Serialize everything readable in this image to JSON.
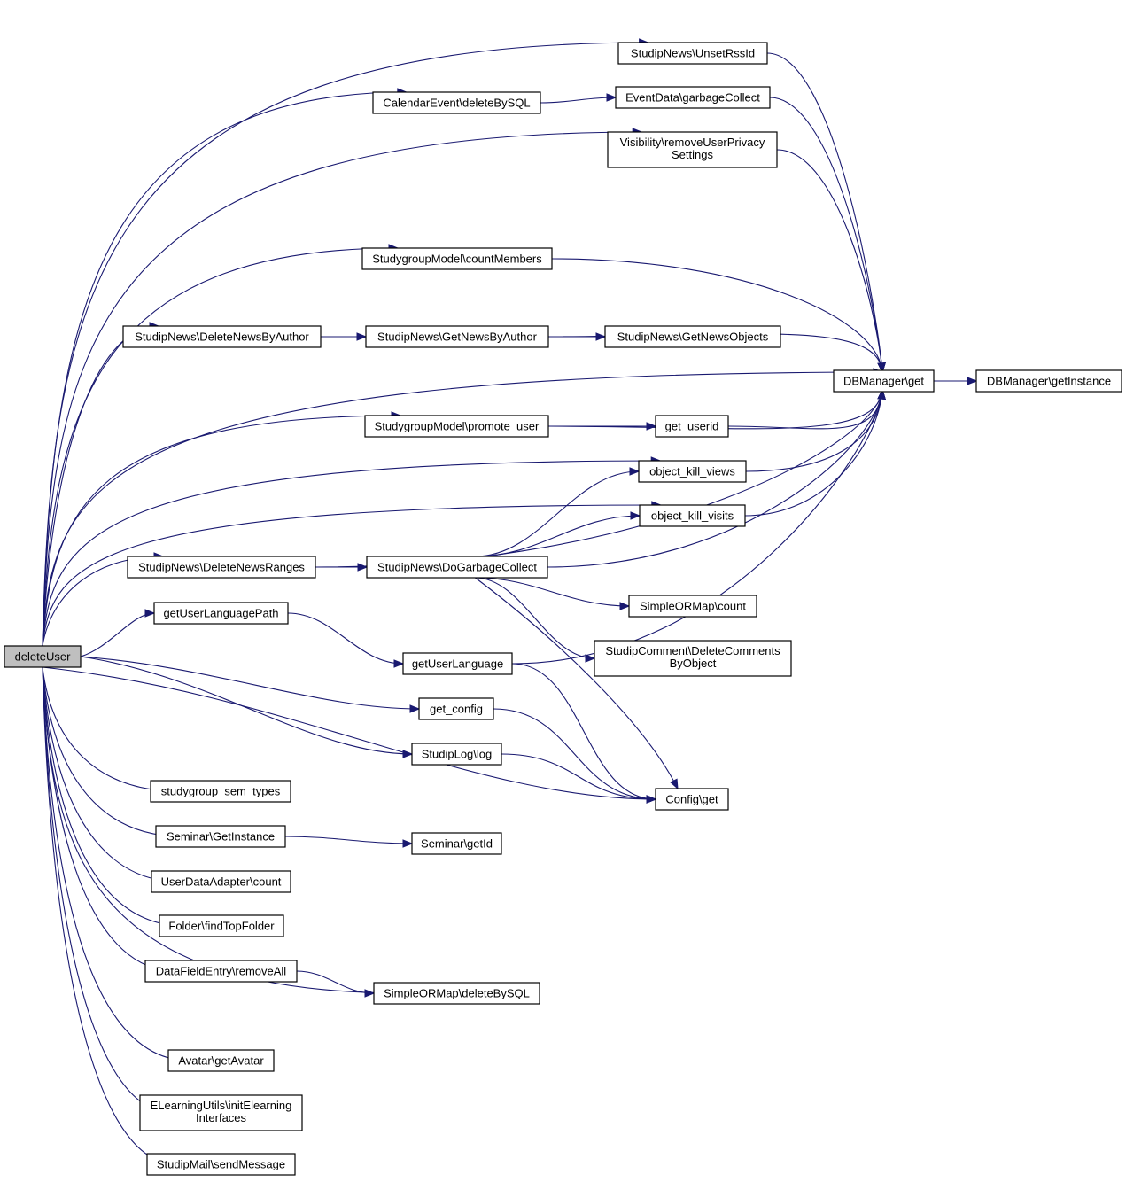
{
  "colors": {
    "edge": "#191970",
    "node_border": "#000000",
    "root_fill": "#bfbfbf",
    "node_fill": "#ffffff"
  },
  "nodes": {
    "deleteUser": {
      "lines": [
        "deleteUser"
      ]
    },
    "unsetRssId": {
      "lines": [
        "StudipNews\\UnsetRssId"
      ]
    },
    "calendarDeleteBySQL": {
      "lines": [
        "CalendarEvent\\deleteBySQL"
      ]
    },
    "eventDataGC": {
      "lines": [
        "EventData\\garbageCollect"
      ]
    },
    "removeUserPrivacy": {
      "lines": [
        "Visibility\\removeUserPrivacy",
        "Settings"
      ]
    },
    "countMembers": {
      "lines": [
        "StudygroupModel\\countMembers"
      ]
    },
    "deleteNewsByAuthor": {
      "lines": [
        "StudipNews\\DeleteNewsByAuthor"
      ]
    },
    "getNewsByAuthor": {
      "lines": [
        "StudipNews\\GetNewsByAuthor"
      ]
    },
    "getNewsObjects": {
      "lines": [
        "StudipNews\\GetNewsObjects"
      ]
    },
    "dbManagerGet": {
      "lines": [
        "DBManager\\get"
      ]
    },
    "dbManagerGetInstance": {
      "lines": [
        "DBManager\\getInstance"
      ]
    },
    "promoteUser": {
      "lines": [
        "StudygroupModel\\promote_user"
      ]
    },
    "getUserid": {
      "lines": [
        "get_userid"
      ]
    },
    "objectKillViews": {
      "lines": [
        "object_kill_views"
      ]
    },
    "objectKillVisits": {
      "lines": [
        "object_kill_visits"
      ]
    },
    "deleteNewsRanges": {
      "lines": [
        "StudipNews\\DeleteNewsRanges"
      ]
    },
    "doGarbageCollect": {
      "lines": [
        "StudipNews\\DoGarbageCollect"
      ]
    },
    "simpleOrmCount": {
      "lines": [
        "SimpleORMap\\count"
      ]
    },
    "deleteCommentsByObject": {
      "lines": [
        "StudipComment\\DeleteComments",
        "ByObject"
      ]
    },
    "getUserLanguagePath": {
      "lines": [
        "getUserLanguagePath"
      ]
    },
    "getUserLanguage": {
      "lines": [
        "getUserLanguage"
      ]
    },
    "getConfig": {
      "lines": [
        "get_config"
      ]
    },
    "studipLogLog": {
      "lines": [
        "StudipLog\\log"
      ]
    },
    "configGet": {
      "lines": [
        "Config\\get"
      ]
    },
    "studygroupSemTypes": {
      "lines": [
        "studygroup_sem_types"
      ]
    },
    "seminarGetInstance": {
      "lines": [
        "Seminar\\GetInstance"
      ]
    },
    "seminarGetId": {
      "lines": [
        "Seminar\\getId"
      ]
    },
    "userDataAdapterCount": {
      "lines": [
        "UserDataAdapter\\count"
      ]
    },
    "folderFindTopFolder": {
      "lines": [
        "Folder\\findTopFolder"
      ]
    },
    "dataFieldEntryRemoveAll": {
      "lines": [
        "DataFieldEntry\\removeAll"
      ]
    },
    "simpleOrmDeleteBySQL": {
      "lines": [
        "SimpleORMap\\deleteBySQL"
      ]
    },
    "avatarGetAvatar": {
      "lines": [
        "Avatar\\getAvatar"
      ]
    },
    "elearningInit": {
      "lines": [
        "ELearningUtils\\initElearning",
        "Interfaces"
      ]
    },
    "studipMailSend": {
      "lines": [
        "StudipMail\\sendMessage"
      ]
    }
  },
  "edges": [
    [
      "deleteUser",
      "unsetRssId"
    ],
    [
      "deleteUser",
      "calendarDeleteBySQL"
    ],
    [
      "deleteUser",
      "removeUserPrivacy"
    ],
    [
      "deleteUser",
      "dbManagerGet"
    ],
    [
      "deleteUser",
      "countMembers"
    ],
    [
      "deleteUser",
      "deleteNewsByAuthor"
    ],
    [
      "deleteUser",
      "promoteUser"
    ],
    [
      "deleteUser",
      "objectKillViews"
    ],
    [
      "deleteUser",
      "objectKillVisits"
    ],
    [
      "deleteUser",
      "deleteNewsRanges"
    ],
    [
      "deleteUser",
      "getUserLanguagePath"
    ],
    [
      "deleteUser",
      "getConfig"
    ],
    [
      "deleteUser",
      "studipLogLog"
    ],
    [
      "deleteUser",
      "configGet"
    ],
    [
      "deleteUser",
      "studygroupSemTypes"
    ],
    [
      "deleteUser",
      "seminarGetInstance"
    ],
    [
      "deleteUser",
      "userDataAdapterCount"
    ],
    [
      "deleteUser",
      "folderFindTopFolder"
    ],
    [
      "deleteUser",
      "dataFieldEntryRemoveAll"
    ],
    [
      "deleteUser",
      "simpleOrmDeleteBySQL"
    ],
    [
      "deleteUser",
      "avatarGetAvatar"
    ],
    [
      "deleteUser",
      "elearningInit"
    ],
    [
      "deleteUser",
      "studipMailSend"
    ],
    [
      "unsetRssId",
      "dbManagerGet"
    ],
    [
      "calendarDeleteBySQL",
      "eventDataGC"
    ],
    [
      "eventDataGC",
      "dbManagerGet"
    ],
    [
      "removeUserPrivacy",
      "dbManagerGet"
    ],
    [
      "countMembers",
      "dbManagerGet"
    ],
    [
      "deleteNewsByAuthor",
      "getNewsByAuthor"
    ],
    [
      "getNewsByAuthor",
      "getNewsObjects"
    ],
    [
      "getNewsByAuthor",
      "dbManagerGet"
    ],
    [
      "dbManagerGet",
      "dbManagerGetInstance"
    ],
    [
      "promoteUser",
      "dbManagerGet"
    ],
    [
      "promoteUser",
      "getUserid"
    ],
    [
      "getUserid",
      "dbManagerGet"
    ],
    [
      "objectKillViews",
      "dbManagerGet"
    ],
    [
      "objectKillVisits",
      "dbManagerGet"
    ],
    [
      "deleteNewsRanges",
      "doGarbageCollect"
    ],
    [
      "deleteNewsRanges",
      "dbManagerGet"
    ],
    [
      "doGarbageCollect",
      "objectKillViews"
    ],
    [
      "doGarbageCollect",
      "objectKillVisits"
    ],
    [
      "doGarbageCollect",
      "dbManagerGet"
    ],
    [
      "doGarbageCollect",
      "simpleOrmCount"
    ],
    [
      "doGarbageCollect",
      "deleteCommentsByObject"
    ],
    [
      "doGarbageCollect",
      "configGet"
    ],
    [
      "getUserLanguagePath",
      "getUserLanguage"
    ],
    [
      "getUserLanguage",
      "dbManagerGet"
    ],
    [
      "getUserLanguage",
      "configGet"
    ],
    [
      "getConfig",
      "configGet"
    ],
    [
      "studipLogLog",
      "configGet"
    ],
    [
      "seminarGetInstance",
      "seminarGetId"
    ],
    [
      "dataFieldEntryRemoveAll",
      "simpleOrmDeleteBySQL"
    ]
  ]
}
